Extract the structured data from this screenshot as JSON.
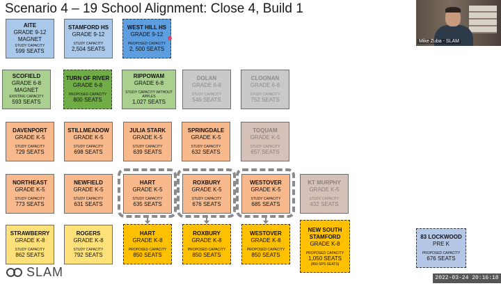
{
  "title": "Scenario 4 – 19 School Alignment:  Close 4, Build 1",
  "colors": {
    "high_school": "#a9c8ea",
    "proposed_hs": "#5d9ee0",
    "middle_school": "#a9d08e",
    "proposed_ms": "#70ad47",
    "closed": "#c9c9c9",
    "elementary": "#f8b98c",
    "k8": "#ffe17a",
    "proposed_k8": "#ffc000",
    "prek": "#b4c7e7"
  },
  "schools": {
    "aite": {
      "name": "AITE",
      "grade": "GRADE 9-12",
      "extra": "MAGNET",
      "cap_label": "STUDY CAPACITY",
      "seats": "599 SEATS"
    },
    "stamford_hs": {
      "name": "STAMFORD HS",
      "grade": "GRADE 9-12",
      "cap_label": "STUDY CAPACITY",
      "seats": "2,504 SEATS"
    },
    "west_hill_hs": {
      "name": "WEST HILL HS",
      "grade": "GRADE 9-12",
      "cap_label": "PROPOSED CAPACITY",
      "seats": "2, 500 SEATS"
    },
    "scofield": {
      "name": "SCOFIELD",
      "grade": "GRADE 6-8",
      "extra": "MAGNET",
      "cap_label": "EXISTING CAPACITY",
      "seats": "593 SEATS"
    },
    "turn_of_river": {
      "name": "TURN OF RIVER",
      "grade": "GRADE 6-8",
      "cap_label": "PROPOSED CAPACITY",
      "seats": "800 SEATS"
    },
    "rippowam": {
      "name": "RIPPOWAM",
      "grade": "GRADE 6-8",
      "cap_label": "STUDY CAPACITY WITHOUT APPLES",
      "seats": "1,027 SEATS"
    },
    "dolan": {
      "name": "DOLAN",
      "grade": "GRADE 6-8",
      "cap_label": "STUDY CAPACITY",
      "seats": "546 SEATS"
    },
    "cloonan": {
      "name": "CLOONAN",
      "grade": "GRADE 6-8",
      "cap_label": "STUDY CAPACITY",
      "seats": "752 SEATS"
    },
    "davenport": {
      "name": "DAVENPORT",
      "grade": "GRADE K-5",
      "cap_label": "STUDY CAPACITY",
      "seats": "729 SEATS"
    },
    "stillmeadow": {
      "name": "STILLMEADOW",
      "grade": "GRADE K-5",
      "cap_label": "STUDY CAPACITY",
      "seats": "698 SEATS"
    },
    "julia_stark": {
      "name": "JULIA STARK",
      "grade": "GRADE K-5",
      "cap_label": "STUDY CAPACITY",
      "seats": "639 SEATS"
    },
    "springdale": {
      "name": "SPRINGDALE",
      "grade": "GRADE K-5",
      "cap_label": "STUDY CAPACITY",
      "seats": "632 SEATS"
    },
    "toquam": {
      "name": "TOQUAM",
      "grade": "GRADE K-5",
      "cap_label": "STUDY CAPACITY",
      "seats": "657 SEATS"
    },
    "northeast": {
      "name": "NORTHEAST",
      "grade": "GRADE K-5",
      "cap_label": "STUDY CAPACITY",
      "seats": "773 SEATS"
    },
    "newfield": {
      "name": "NEWFIELD",
      "grade": "GRADE K-5",
      "cap_label": "STUDY CAPACITY",
      "seats": "631 SEATS"
    },
    "hart": {
      "name": "HART",
      "grade": "GRADE K-5",
      "cap_label": "STUDY CAPACITY",
      "seats": "635 SEATS"
    },
    "roxbury": {
      "name": "ROXBURY",
      "grade": "GRADE K-5",
      "cap_label": "STUDY CAPACITY",
      "seats": "676 SEATS"
    },
    "westover": {
      "name": "WESTOVER",
      "grade": "GRADE K-5",
      "cap_label": "STUDY CAPACITY",
      "seats": "685 SEATS"
    },
    "kt_murphy": {
      "name": "KT MURPHY",
      "grade": "GRADE K-5",
      "cap_label": "STUDY CAPACITY",
      "seats": "432 SEATS"
    },
    "strawberry": {
      "name": "STRAWBERRY",
      "grade": "GRADE K-8",
      "cap_label": "STUDY CAPACITY",
      "seats": "862 SEATS"
    },
    "rogers": {
      "name": "ROGERS",
      "grade": "GRADE K-8",
      "cap_label": "STUDY CAPACITY",
      "seats": "792 SEATS"
    },
    "hart_k8": {
      "name": "HART",
      "grade": "GRADE K-8",
      "cap_label": "PROPOSED CAPACITY",
      "seats": "850 SEATS"
    },
    "roxbury_k8": {
      "name": "ROXBURY",
      "grade": "GRADE K-8",
      "cap_label": "PROPOSED CAPACITY",
      "seats": "850 SEATS"
    },
    "westover_k8": {
      "name": "WESTOVER",
      "grade": "GRADE K-8",
      "cap_label": "PROPOSED CAPACITY",
      "seats": "850 SEATS"
    },
    "new_south_stamford": {
      "name": "NEW SOUTH STAMFORD",
      "grade": "GRADE K-8",
      "cap_label": "PROPOSED CAPACITY",
      "seats": "1,050 SEATS",
      "note": "(850 SPS SEATS)"
    },
    "lockwood": {
      "name": "83 LOCKWOOD",
      "grade": "PRE K",
      "cap_label": "PROPOSED CAPACITY",
      "seats": "676 SEATS"
    }
  },
  "webcam": {
    "participant": "Mike Zuba - SLAM",
    "icon": "video-participant"
  },
  "logo": {
    "text": "SLAM",
    "icon": "slam-logo-icon"
  },
  "timestamp": "2022-03-24  20:16:18"
}
